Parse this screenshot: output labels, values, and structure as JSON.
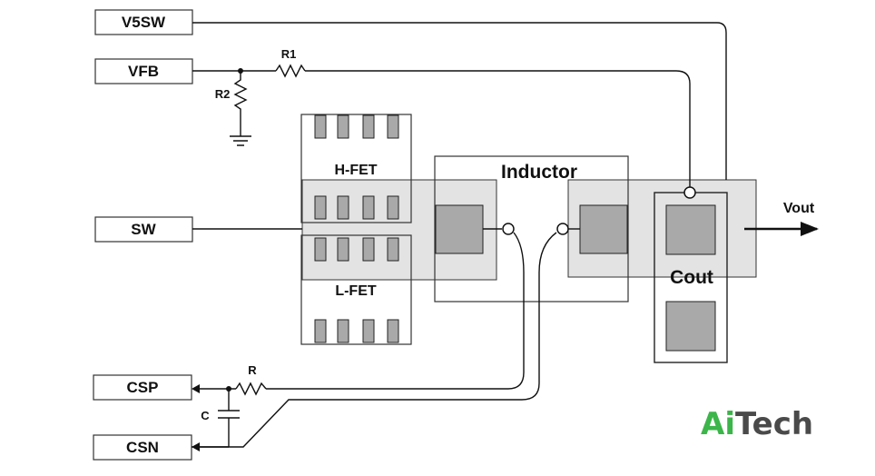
{
  "pins": {
    "v5sw": "V5SW",
    "vfb": "VFB",
    "sw": "SW",
    "csp": "CSP",
    "csn": "CSN"
  },
  "components": {
    "r1": "R1",
    "r2": "R2",
    "r": "R",
    "c": "C",
    "hfet": "H-FET",
    "lfet": "L-FET",
    "inductor": "Inductor",
    "cout": "Cout",
    "vout": "Vout"
  },
  "brand": {
    "first": "Ai",
    "second": "Tech",
    "first_color": "#3cb54a",
    "second_color": "#4a4a4a"
  },
  "colors": {
    "pad_fill": "#a9a9a9",
    "region_fill": "#e3e3e3",
    "line": "#111111"
  }
}
